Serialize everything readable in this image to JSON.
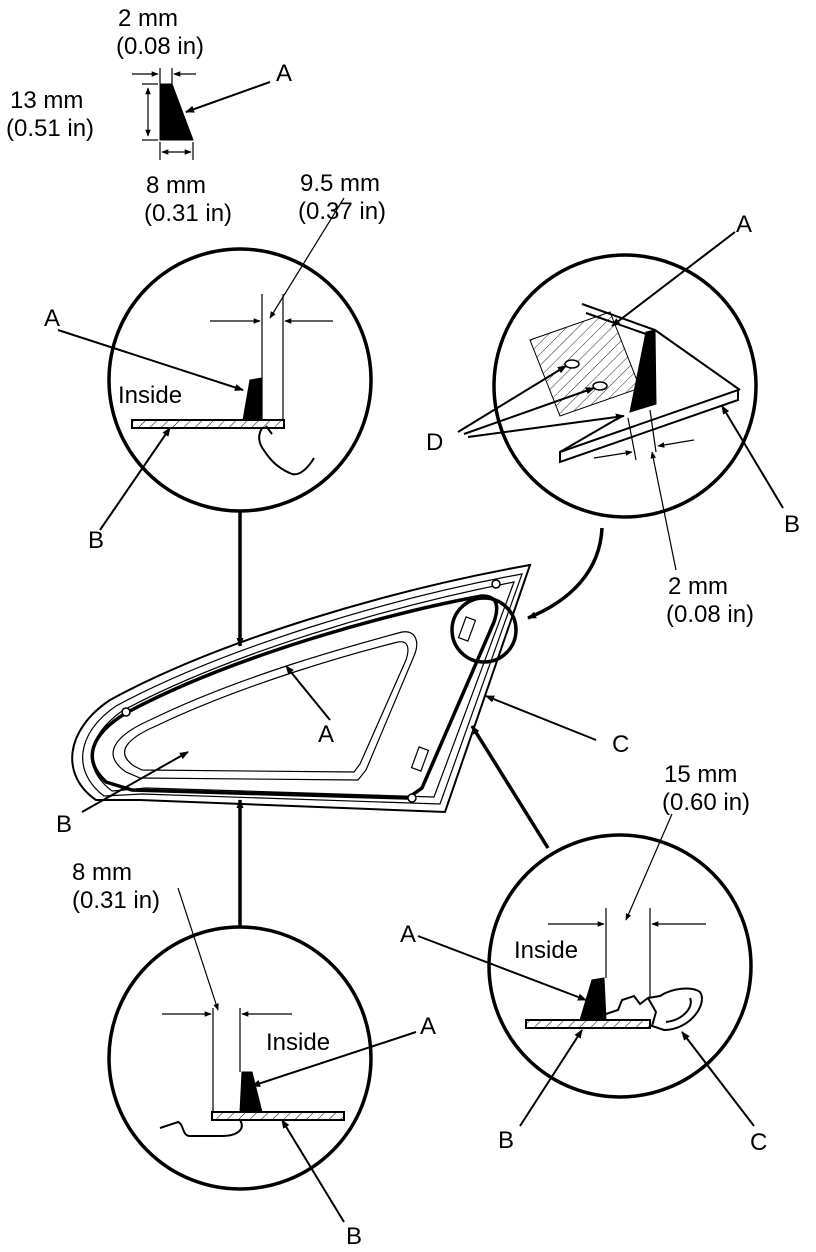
{
  "bead": {
    "width_mm": "2 mm",
    "width_in": "(0.08 in)",
    "height_mm": "13 mm",
    "height_in": "(0.51 in)",
    "base_mm": "8 mm",
    "base_in": "(0.31 in)",
    "label": "A"
  },
  "detail_top_left": {
    "dim_mm": "9.5 mm",
    "dim_in": "(0.37 in)",
    "label_a": "A",
    "label_b": "B",
    "inside": "Inside"
  },
  "detail_top_right": {
    "label_a": "A",
    "label_b": "B",
    "label_d": "D",
    "dim_mm": "2 mm",
    "dim_in": "(0.08 in)"
  },
  "main_view": {
    "label_a": "A",
    "label_b": "B",
    "label_c": "C"
  },
  "detail_bottom_left": {
    "dim_mm": "8 mm",
    "dim_in": "(0.31 in)",
    "label_a": "A",
    "label_b": "B",
    "inside": "Inside"
  },
  "detail_bottom_right": {
    "dim_mm": "15 mm",
    "dim_in": "(0.60 in)",
    "label_a": "A",
    "label_b": "B",
    "label_c": "C",
    "inside": "Inside"
  }
}
